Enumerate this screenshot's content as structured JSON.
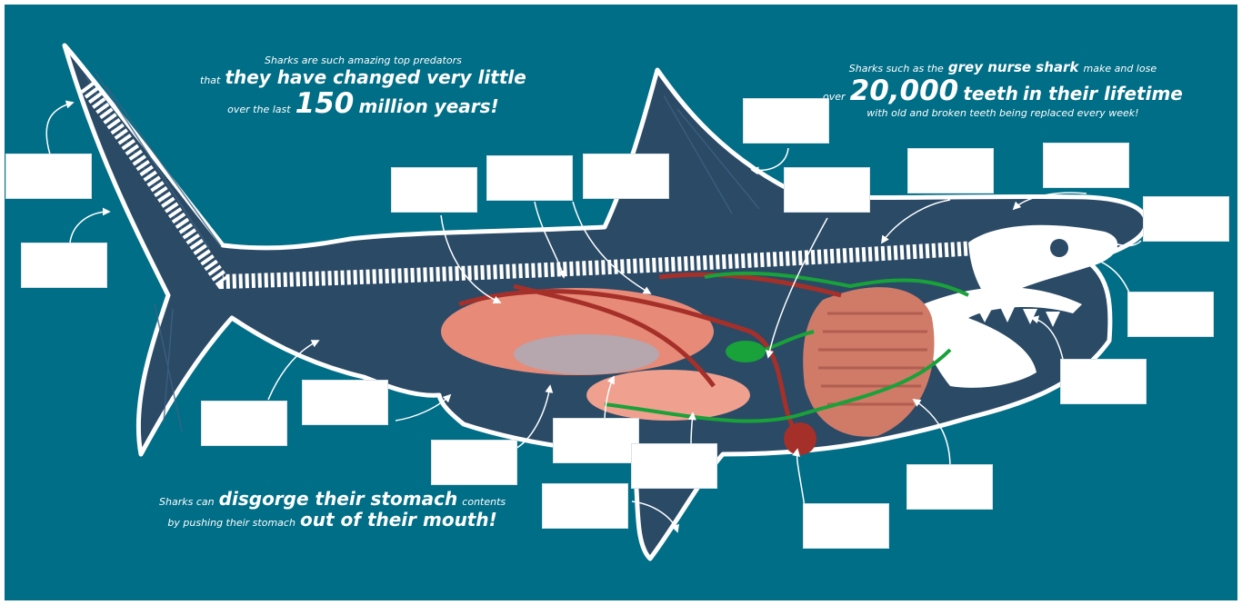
{
  "colors": {
    "background": "#006e87",
    "shark_body": "#2a4a66",
    "shark_outline": "#ffffff",
    "organs": "#e88a78",
    "blood_vessels": "#a5302a",
    "nerves_veins": "#19a13a"
  },
  "fact_top_left": {
    "l1": "Sharks are such amazing top predators",
    "l2a": "that",
    "l2b": "they have changed very little",
    "l3a": "over the last",
    "l3b": "150",
    "l3c": "million years",
    "l3d": "!"
  },
  "fact_top_right": {
    "l1a": "Sharks such as the",
    "l1b": "grey nurse shark",
    "l1c": "make and lose",
    "l2a": "over",
    "l2b": "20,000",
    "l2c": "teeth",
    "l2d": "in their lifetime",
    "l3": "with old and broken teeth being replaced every week!"
  },
  "fact_bottom": {
    "l1a": "Sharks can",
    "l1b": "disgorge their stomach",
    "l1c": "contents",
    "l2a": "by pushing their stomach",
    "l2b": "out of their mouth",
    "l2c": "!"
  },
  "label_boxes": [
    {
      "id": "tail-upper",
      "value": ""
    },
    {
      "id": "tail-lower",
      "value": ""
    },
    {
      "id": "dorsal-fin",
      "value": ""
    },
    {
      "id": "organ-1",
      "value": ""
    },
    {
      "id": "organ-2",
      "value": ""
    },
    {
      "id": "organ-3",
      "value": ""
    },
    {
      "id": "organ-4",
      "value": ""
    },
    {
      "id": "spine",
      "value": ""
    },
    {
      "id": "head-top",
      "value": ""
    },
    {
      "id": "snout",
      "value": ""
    },
    {
      "id": "eye",
      "value": ""
    },
    {
      "id": "teeth",
      "value": ""
    },
    {
      "id": "pelvic-fin",
      "value": ""
    },
    {
      "id": "anal-fin",
      "value": ""
    },
    {
      "id": "belly-organ-1",
      "value": ""
    },
    {
      "id": "belly-organ-2",
      "value": ""
    },
    {
      "id": "belly-organ-3",
      "value": ""
    },
    {
      "id": "pectoral-fin",
      "value": ""
    },
    {
      "id": "heart",
      "value": ""
    },
    {
      "id": "gills",
      "value": ""
    }
  ]
}
